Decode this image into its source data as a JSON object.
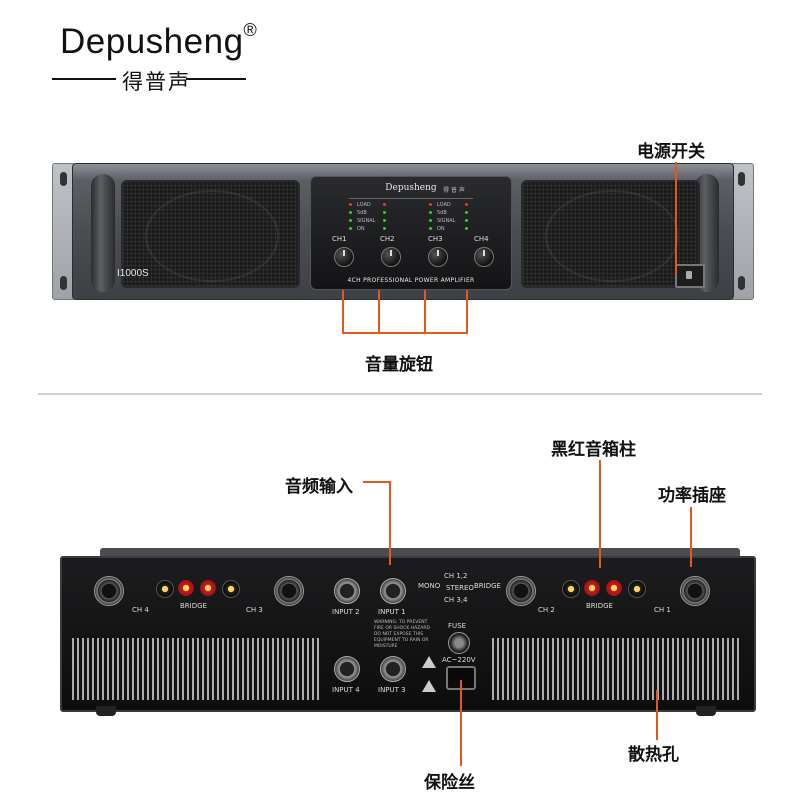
{
  "brand": {
    "name": "Depusheng",
    "reg": "®",
    "name_cn": "得普声"
  },
  "front": {
    "panel_brand": "Depusheng",
    "panel_brand_cn": "得 普 声",
    "model": "I1000S",
    "subtitle": "4CH PROFESSIONAL POWER AMPLIFIER",
    "indicators": [
      "LOAD",
      "5dB",
      "SIGNAL",
      "ON"
    ],
    "channels": [
      "CH1",
      "CH2",
      "CH3",
      "CH4"
    ]
  },
  "rear": {
    "speaker_outputs": [
      "CH 4",
      "CH 3",
      "CH 2",
      "CH 1"
    ],
    "bridge_label": "BRIDGE",
    "inputs": [
      "INPUT 2",
      "INPUT 1",
      "INPUT 4",
      "INPUT 3"
    ],
    "mode_labels": [
      "CH 1,2",
      "CH 3,4",
      "MONO",
      "STEREO",
      "BRIDGE"
    ],
    "warning": "WARNING: TO PREVENT FIRE OR SHOCK HAZARD DO NOT EXPOSE THIS EQUIPMENT TO RAIN OR MOISTURE",
    "fuse_label": "FUSE",
    "ac_label": "AC~220V"
  },
  "callouts": {
    "power_switch": "电源开关",
    "volume_knobs": "音量旋钮",
    "audio_input": "音频输入",
    "speaker_terminals": "黑红音箱柱",
    "power_socket": "功率插座",
    "vents": "散热孔",
    "fuse": "保险丝"
  },
  "colors": {
    "accent_line": "#e4571d",
    "chassis": "#4a4d52",
    "rear": "#111111"
  }
}
